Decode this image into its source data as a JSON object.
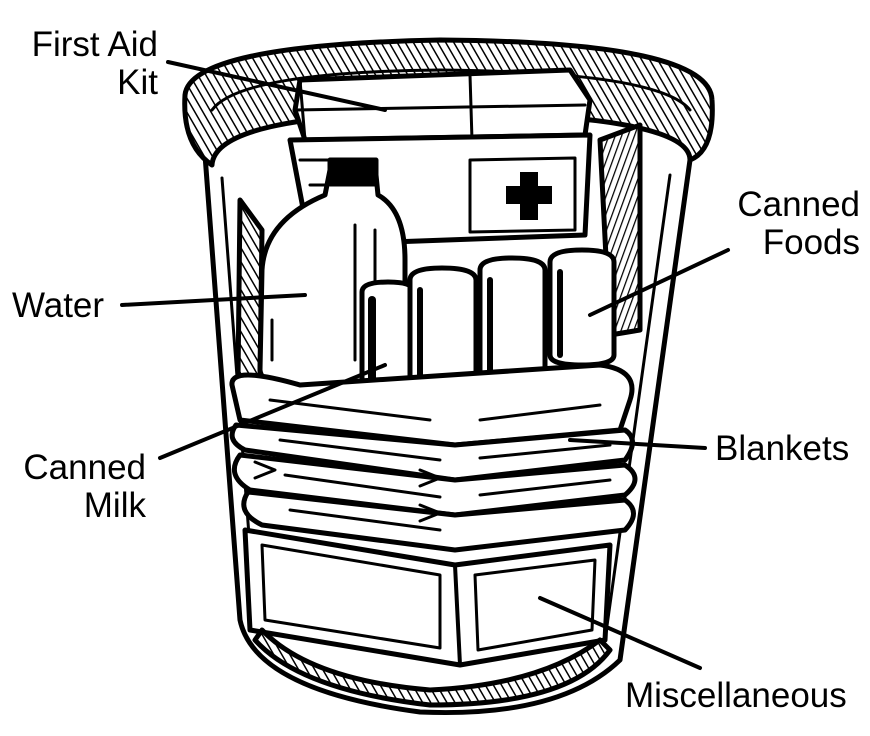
{
  "labels": {
    "first_aid": {
      "line1": "First Aid",
      "line2": "Kit"
    },
    "water": "Water",
    "canned_milk": {
      "line1": "Canned",
      "line2": "Milk"
    },
    "canned_foods": {
      "line1": "Canned",
      "line2": "Foods"
    },
    "blankets": "Blankets",
    "miscellaneous": "Miscellaneous"
  },
  "colors": {
    "ink": "#000000",
    "paper": "#ffffff"
  },
  "icons": [
    "red-cross-icon"
  ]
}
